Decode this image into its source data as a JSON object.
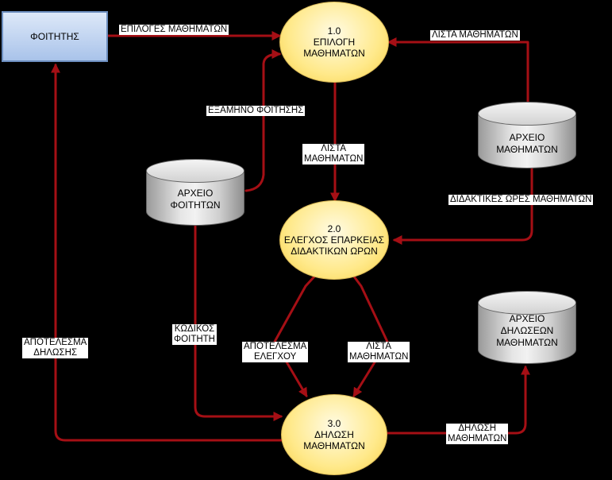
{
  "entity": {
    "label": "ΦΟΙΤΗΤΗΣ"
  },
  "processes": {
    "p1": {
      "number": "1.0",
      "line1": "ΕΠΙΛΟΓΗ",
      "line2": "ΜΑΘΗΜΑΤΩΝ"
    },
    "p2": {
      "number": "2.0",
      "line1": "ΕΛΕΓΧΟΣ ΕΠΑΡΚΕΙΑΣ",
      "line2": "ΔΙΔΑΚΤΙΚΩΝ ΩΡΩΝ"
    },
    "p3": {
      "number": "3.0",
      "line1": "ΔΗΛΩΣΗ",
      "line2": "ΜΑΘΗΜΑΤΩΝ"
    }
  },
  "stores": {
    "courses": {
      "line1": "ΑΡΧΕΙΟ",
      "line2": "ΜΑΘΗΜΑΤΩΝ"
    },
    "students": {
      "line1": "ΑΡΧΕΙΟ",
      "line2": "ΦΟΙΤΗΤΩΝ"
    },
    "declarations": {
      "line1": "ΑΡΧΕΙΟ",
      "line2": "ΔΗΛΩΣΕΩΝ",
      "line3": "ΜΑΘΗΜΑΤΩΝ"
    }
  },
  "flows": {
    "course_choices": "ΕΠΙΛΟΓΕΣ ΜΑΘΗΜΑΤΩΝ",
    "course_list_top": "ΛΙΣΤΑ ΜΑΘΗΜΑΤΩΝ",
    "semester": "ΕΞΑΜΗΝΟ ΦΟΙΤΗΣΗΣ",
    "course_list_mid": {
      "line1": "ΛΙΣΤΑ",
      "line2": "ΜΑΘΗΜΑΤΩΝ"
    },
    "teaching_hours": "ΔΙΔΑΚΤΙΚΕΣ ΩΡΕΣ ΜΑΘΗΜΑΤΩΝ",
    "student_code": {
      "line1": "ΚΩΔΙΚΟΣ",
      "line2": "ΦΟΙΤΗΤΗ"
    },
    "check_result": {
      "line1": "ΑΠΟΤΕΛΕΣΜΑ",
      "line2": "ΕΛΕΓΧΟΥ"
    },
    "course_list_low": {
      "line1": "ΛΙΣΤΑ",
      "line2": "ΜΑΘΗΜΑΤΩΝ"
    },
    "declaration_result": {
      "line1": "ΑΠΟΤΕΛΕΣΜΑ",
      "line2": "ΔΗΛΩΣΗΣ"
    },
    "course_declaration": {
      "line1": "ΔΗΛΩΣΗ",
      "line2": "ΜΑΘΗΜΑΤΩΝ"
    }
  },
  "colors": {
    "arrow": "#a50f15",
    "process": "#ffe98a",
    "entity": "#a9c3ea",
    "store": "#d9d9d9"
  }
}
